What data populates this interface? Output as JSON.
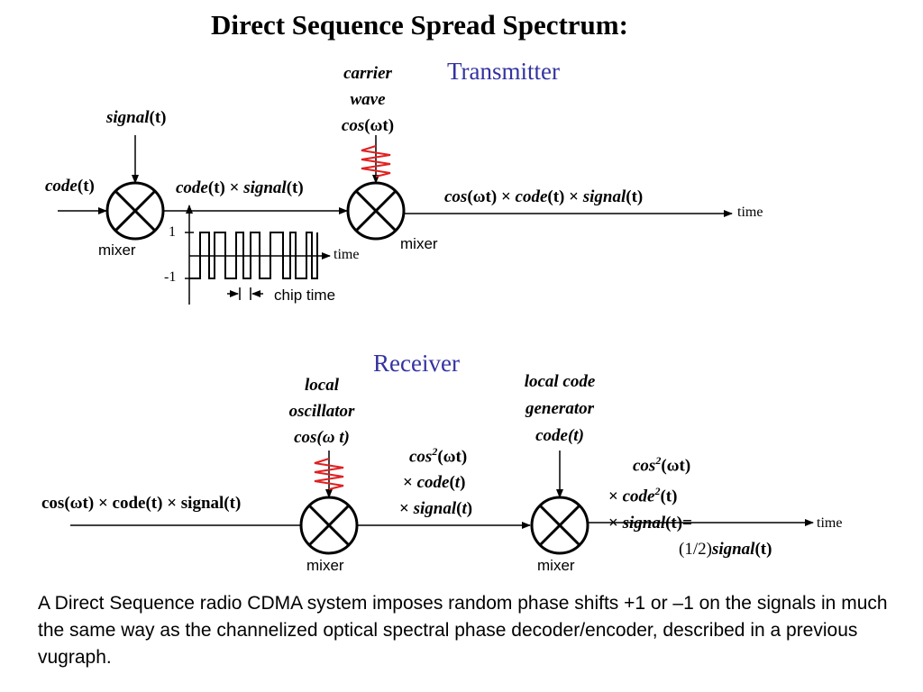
{
  "title": "Direct Sequence Spread Spectrum:",
  "transmitter": {
    "heading": "Transmitter",
    "signal_name": "signal",
    "code_name": "code",
    "t": "(t)",
    "mixer1_label": "mixer",
    "mixer2_label": "mixer",
    "carrier_line1": "carrier",
    "carrier_line2": "wave",
    "carrier_cos": "cos",
    "omega_t": "(ωt)",
    "times": "×",
    "time_label": "time",
    "code_axis_top": "1",
    "code_axis_bottom": "-1",
    "chip_time": "chip time"
  },
  "receiver": {
    "heading": "Receiver",
    "lo_line1": "local",
    "lo_line2": "oscillator",
    "lo_cos": "cos(",
    "lo_omega": "ω",
    "lo_t": " t)",
    "input_signal": "cos(ωt) × code(t) × signal(t)",
    "mid_cos": "cos",
    "sup2": "2",
    "mid_omega_t": "(ωt)",
    "times": "×",
    "mid_code": "code",
    "mid_signal": "signal",
    "t_italic": "t",
    "paren_open": "(",
    "paren_close": ")",
    "gen_line1": "local code",
    "gen_line2": "generator",
    "gen_line3": "code(t)",
    "out_t": "(t)",
    "out_signal_eq": "(t)=",
    "out_half": "(1/2)",
    "time_label": "time",
    "mixer1_label": "mixer",
    "mixer2_label": "mixer"
  },
  "description": "A Direct Sequence radio CDMA system imposes random phase shifts  +1 or –1 on the signals in much the same way as the channelized optical spectral phase decoder/encoder, described in a previous vugraph.",
  "colors": {
    "accent": "#3333a0",
    "wave": "#e02020"
  },
  "icons": [
    "mixer-icon",
    "carrier-wave-icon",
    "arrow-icon"
  ]
}
